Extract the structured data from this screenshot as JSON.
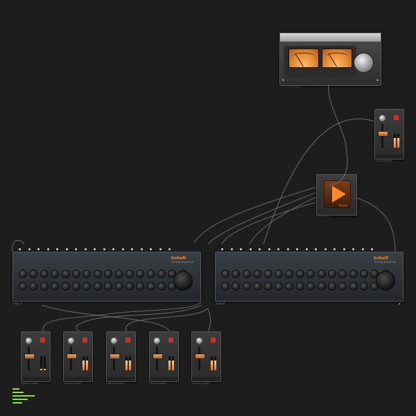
{
  "meter": {
    "label": "Audio Output"
  },
  "player": {
    "label": "Sampler",
    "name": "Player"
  },
  "sequencers": [
    {
      "label": "Seq A",
      "brand": "kobolt",
      "subtitle": "16 step sequencer"
    },
    {
      "label": "Seq B",
      "brand": "kobolt",
      "subtitle": "16 step sequencer"
    }
  ],
  "strips": [
    {
      "label": "Gain/Fader"
    },
    {
      "label": "Gain/Fader"
    },
    {
      "label": "Gain/Fader"
    },
    {
      "label": "Gain/Fader"
    },
    {
      "label": "Gain/Fader"
    },
    {
      "label": "Gain/Fader"
    }
  ],
  "colors": {
    "background": "#1d1d1d",
    "accent": "#e58b33",
    "logo": "#8be24c"
  },
  "icons": {
    "corner": "collapse-icon",
    "logo": "app-logo-icon"
  }
}
